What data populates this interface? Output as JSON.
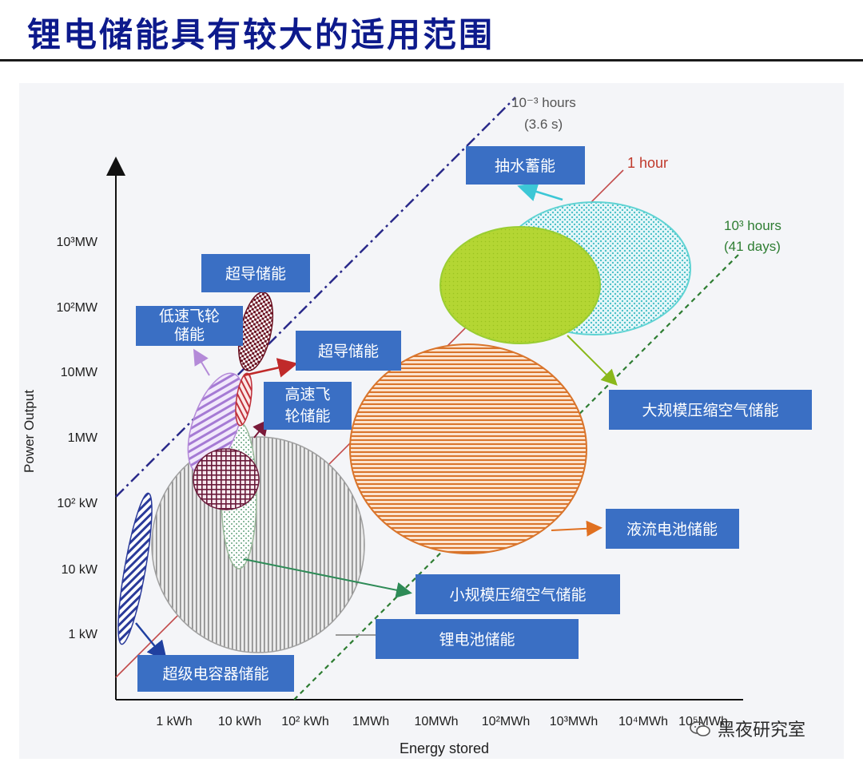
{
  "slide": {
    "title": "锂电储能具有较大的适用范围"
  },
  "chart": {
    "y_axis_label": "Power Output",
    "x_axis_label": "Energy stored",
    "y_ticks": [
      "1 kW",
      "10 kW",
      "10² kW",
      "1MW",
      "10MW",
      "10²MW",
      "10³MW"
    ],
    "x_ticks": [
      "1 kWh",
      "10 kWh",
      "10² kWh",
      "1MWh",
      "10MWh",
      "10²MWh",
      "10³MWh",
      "10⁴MWh",
      "10⁵MWh"
    ],
    "time_lines": [
      {
        "label_line1": "10⁻³ hours",
        "label_line2": "(3.6 s)",
        "color": "#3a3a9a"
      },
      {
        "label_line1": "1 hour",
        "label_line2": "",
        "color": "#c24a4a"
      },
      {
        "label_line1": "10³ hours",
        "label_line2": "(41 days)",
        "color": "#2e8b2e"
      }
    ],
    "technologies": [
      {
        "name": "抽水蓄能",
        "color": "#5fd3d3"
      },
      {
        "name": "大规模压缩空气储能",
        "color": "#9acd32"
      },
      {
        "name": "液流电池储能",
        "color": "#d9742b"
      },
      {
        "name": "小规模压缩空气储能",
        "color": "#3a9a5a"
      },
      {
        "name": "锂电池储能",
        "color": "#9a9a9a"
      },
      {
        "name": "超级电容器储能",
        "color": "#2a3a9a"
      },
      {
        "name": "超导储能",
        "color": "#8a1a2a"
      },
      {
        "name": "超导储能",
        "color": "#c0303a"
      },
      {
        "name": "低速飞轮储能",
        "color": "#b48ad8"
      },
      {
        "name": "高速飞轮储能",
        "color": "#7a2a4a"
      }
    ],
    "label_box_color": "#3a6fc4"
  },
  "watermark": {
    "text": "黑夜研究室"
  }
}
